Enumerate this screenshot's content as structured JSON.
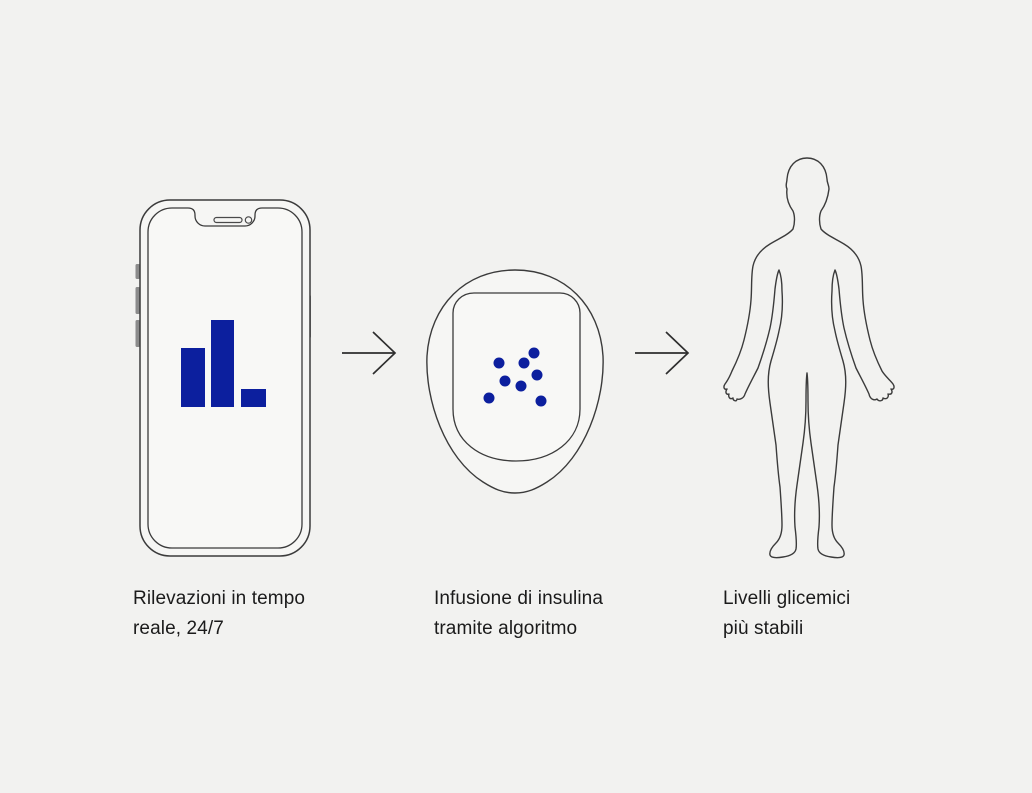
{
  "figure": {
    "colors": {
      "background": "#f2f2f0",
      "accent_blue": "#0c1f9e",
      "outline": "#3b3b3b",
      "text": "#1b1b1b",
      "button_gray": "#8b8b8b"
    },
    "steps": [
      {
        "name": "realtime-readings",
        "icon": "smartphone-bar-chart-icon",
        "lines": [
          "Rilevazioni in tempo",
          "reale, 24/7"
        ],
        "bar_heights": [
          59,
          87,
          18
        ]
      },
      {
        "name": "algorithm-infusion",
        "icon": "insulin-pod-icon",
        "lines": [
          "Infusione di insulina",
          "tramite algoritmo"
        ],
        "dot_count": 8
      },
      {
        "name": "stable-glucose",
        "icon": "human-body-icon",
        "lines": [
          "Livelli glicemici",
          "più stabili"
        ]
      }
    ],
    "arrows": [
      {
        "icon": "arrow-right-icon"
      },
      {
        "icon": "arrow-right-icon"
      }
    ]
  }
}
